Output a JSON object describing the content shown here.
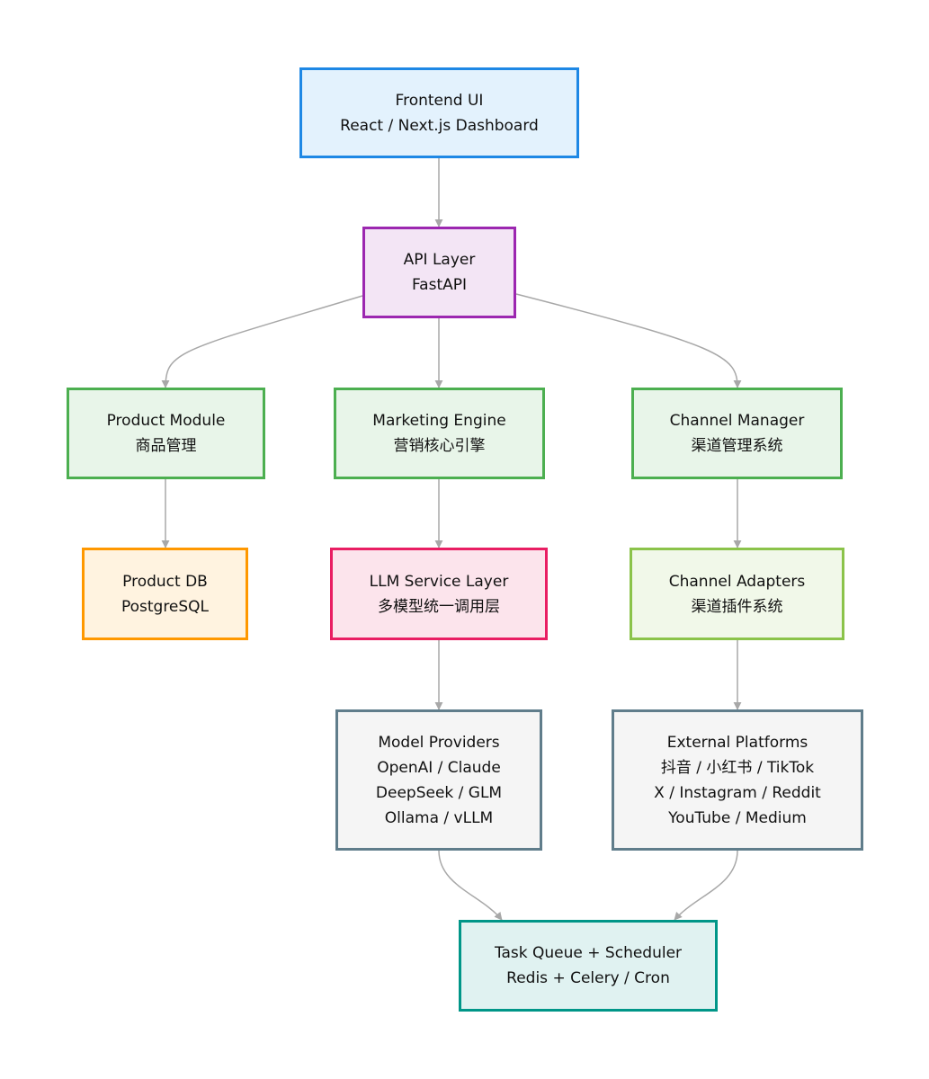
{
  "nodes": {
    "frontend": {
      "lines": [
        "Frontend UI",
        "React / Next.js Dashboard"
      ],
      "fill": "#e3f2fd",
      "border": "#1e88e5"
    },
    "api": {
      "lines": [
        "API Layer",
        "FastAPI"
      ],
      "fill": "#f3e5f5",
      "border": "#9c27b0"
    },
    "product_module": {
      "lines": [
        "Product Module",
        "商品管理"
      ],
      "fill": "#e8f5e9",
      "border": "#4caf50"
    },
    "marketing_engine": {
      "lines": [
        "Marketing Engine",
        "营销核心引擎"
      ],
      "fill": "#e8f5e9",
      "border": "#4caf50"
    },
    "channel_manager": {
      "lines": [
        "Channel Manager",
        "渠道管理系统"
      ],
      "fill": "#e8f5e9",
      "border": "#4caf50"
    },
    "product_db": {
      "lines": [
        "Product DB",
        "PostgreSQL"
      ],
      "fill": "#fff3e0",
      "border": "#ff9800"
    },
    "llm_service": {
      "lines": [
        "LLM Service Layer",
        "多模型统一调用层"
      ],
      "fill": "#fce4ec",
      "border": "#e91e63"
    },
    "channel_adapters": {
      "lines": [
        "Channel Adapters",
        "渠道插件系统"
      ],
      "fill": "#f1f8e9",
      "border": "#8bc34a"
    },
    "model_providers": {
      "lines": [
        "Model Providers",
        "OpenAI / Claude",
        "DeepSeek / GLM",
        "Ollama / vLLM"
      ],
      "fill": "#f5f5f5",
      "border": "#607d8b"
    },
    "external_platforms": {
      "lines": [
        "External Platforms",
        "抖音 / 小红书 / TikTok",
        "X / Instagram / Reddit",
        "YouTube / Medium"
      ],
      "fill": "#f5f5f5",
      "border": "#607d8b"
    },
    "task_queue": {
      "lines": [
        "Task Queue + Scheduler",
        "Redis + Celery / Cron"
      ],
      "fill": "#e0f2f1",
      "border": "#009688"
    }
  },
  "edges": [
    {
      "from": "frontend",
      "to": "api"
    },
    {
      "from": "api",
      "to": "product_module"
    },
    {
      "from": "api",
      "to": "marketing_engine"
    },
    {
      "from": "api",
      "to": "channel_manager"
    },
    {
      "from": "product_module",
      "to": "product_db"
    },
    {
      "from": "marketing_engine",
      "to": "llm_service"
    },
    {
      "from": "channel_manager",
      "to": "channel_adapters"
    },
    {
      "from": "llm_service",
      "to": "model_providers"
    },
    {
      "from": "channel_adapters",
      "to": "external_platforms"
    },
    {
      "from": "model_providers",
      "to": "task_queue"
    },
    {
      "from": "external_platforms",
      "to": "task_queue"
    }
  ]
}
